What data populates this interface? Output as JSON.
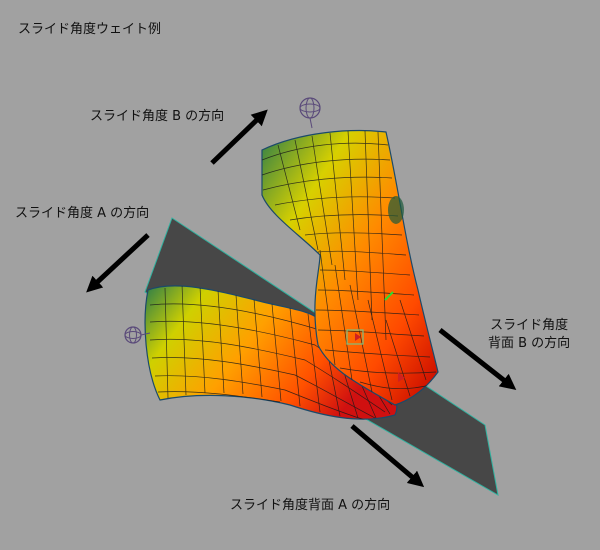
{
  "title": "スライド角度ウェイト例",
  "labels": {
    "slide_b": "スライド角度 B の方向",
    "slide_a": "スライド角度 A の方向",
    "back_b_line1": "スライド角度",
    "back_b_line2": "背面 B の方向",
    "back_a": "スライド角度背面 A の方向"
  },
  "colors": {
    "background": "#a1a1a1",
    "plane": "#4a4a4a",
    "plane_edge": "#2fb3a0",
    "wire": "#1a1a1a",
    "weight_high": "#e01010",
    "weight_mid": "#ff9900",
    "weight_low": "#f2e600",
    "weight_min": "#1f7a4a",
    "arrow": "#000000"
  },
  "icons": [
    "sphere-locator-icon",
    "sphere-locator-icon",
    "manipulator-box-icon"
  ]
}
